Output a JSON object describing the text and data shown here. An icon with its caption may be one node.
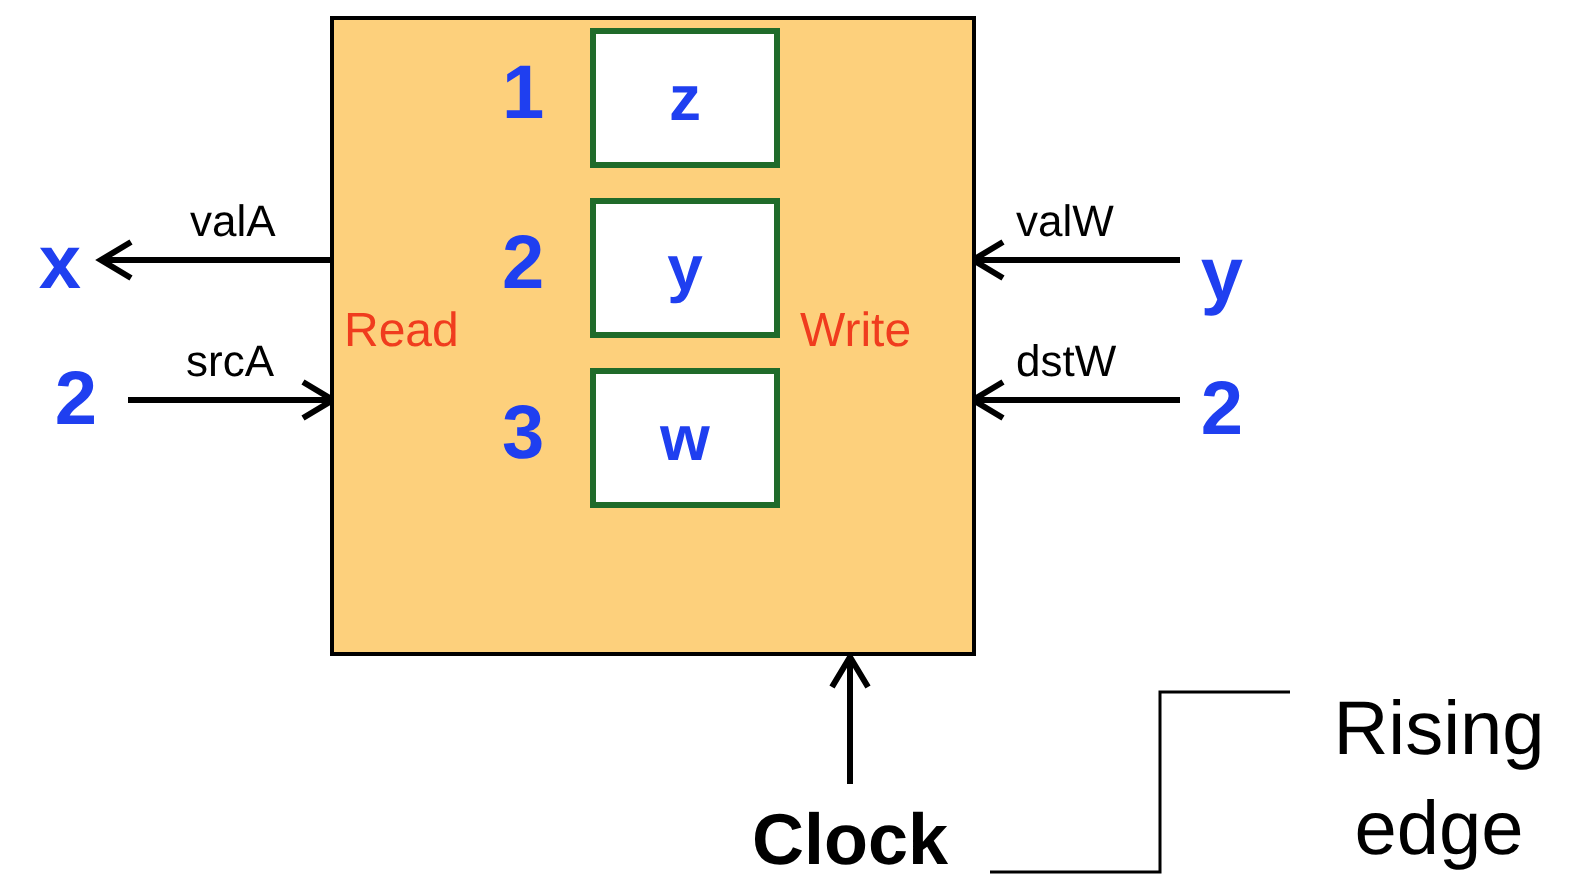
{
  "diagram": {
    "nodes": [
      {
        "text": [
          "Read",
          "Write"
        ]
      },
      {
        "text": [
          "z"
        ],
        "in": 0,
        "beside": [
          "1"
        ]
      },
      {
        "text": [
          "y"
        ],
        "in": 0,
        "beside": [
          "2"
        ]
      },
      {
        "text": [
          "w"
        ],
        "in": 0,
        "beside": [
          "3"
        ]
      },
      {
        "text": [
          "x"
        ]
      },
      {
        "text": [
          "2"
        ]
      },
      {
        "text": [
          "y"
        ]
      },
      {
        "text": [
          "2"
        ]
      },
      {
        "text": [
          "Clock"
        ]
      }
    ],
    "edges": [
      {
        "from": 0,
        "to": 4,
        "arrow": "to",
        "label": "valA"
      },
      {
        "from": 5,
        "to": 0,
        "arrow": "to",
        "label": "srcA"
      },
      {
        "from": 6,
        "to": 0,
        "arrow": "to",
        "label": "valW"
      },
      {
        "from": 7,
        "to": 0,
        "arrow": "to",
        "label": "dstW"
      },
      {
        "from": 8,
        "to": 0,
        "arrow": "to"
      }
    ],
    "labels": [
      "Rising edge"
    ]
  }
}
